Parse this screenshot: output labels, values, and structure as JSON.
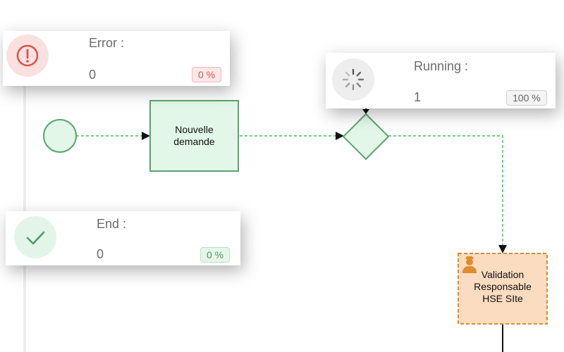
{
  "stats": {
    "error": {
      "label": "Error :",
      "count": "0",
      "percent": "0 %",
      "icon": "exclamation-circle-icon"
    },
    "running": {
      "label": "Running :",
      "count": "1",
      "percent": "100 %",
      "icon": "spinner-icon"
    },
    "end": {
      "label": "End :",
      "count": "0",
      "percent": "0 %",
      "icon": "checkmark-icon"
    }
  },
  "process": {
    "task_new_request": {
      "line1": "Nouvelle",
      "line2": "demande"
    },
    "task_validation": {
      "line1": "Validation",
      "line2": "Responsable",
      "line3": "HSE SIte",
      "icon": "user-task-icon"
    }
  },
  "colors": {
    "flow_line": "#6dd383",
    "element_stroke": "#5aa46f",
    "element_fill": "#e2f7e8",
    "active_task_fill": "#fbdcc1",
    "active_task_border": "#e08b2c",
    "error": "#d9534f",
    "success": "#4a9d5f"
  }
}
